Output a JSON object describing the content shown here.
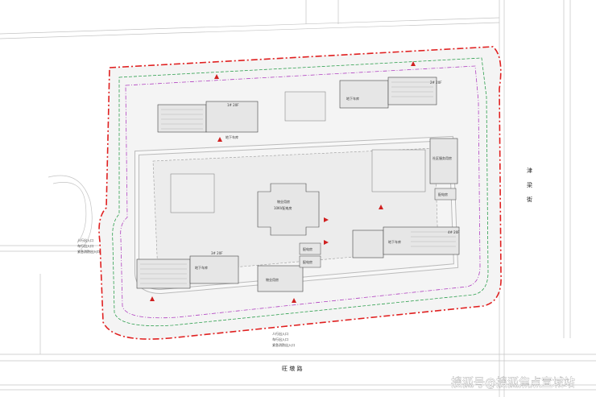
{
  "roads": {
    "east_road": "津梁街",
    "south_road": "旺 墩 路"
  },
  "west_entrances": [
    "人行出入口",
    "车行出入口",
    "紧急消防出入口"
  ],
  "south_entrances": [
    "人行出入口",
    "车行出入口",
    "紧急消防出入口"
  ],
  "buildings": {
    "property_center": "物业用房",
    "property_center_sub": "10KV配电房",
    "property_building_south": "物业用房",
    "distribution_room_1": "配电房",
    "distribution_room_2": "配电房",
    "distribution_room_3": "配电房",
    "property_room_east": "社区服务用房",
    "building_nw_label": "1# 20F",
    "building_ne_label": "2# 20F",
    "building_sw_label": "3# 20F",
    "building_se_label": "4# 20F",
    "garage_label_1": "地下车库",
    "garage_label_2": "地下车库",
    "garage_label_3": "地下车库",
    "garage_label_4": "地下车库"
  },
  "watermark": "搜狐号@搜狐焦点宣城站",
  "colors": {
    "redline": "#e02020",
    "purple_line": "#b040c0",
    "green_line": "#30a050",
    "building_fill": "#e6e6e6",
    "site_fill": "#f4f4f4"
  }
}
